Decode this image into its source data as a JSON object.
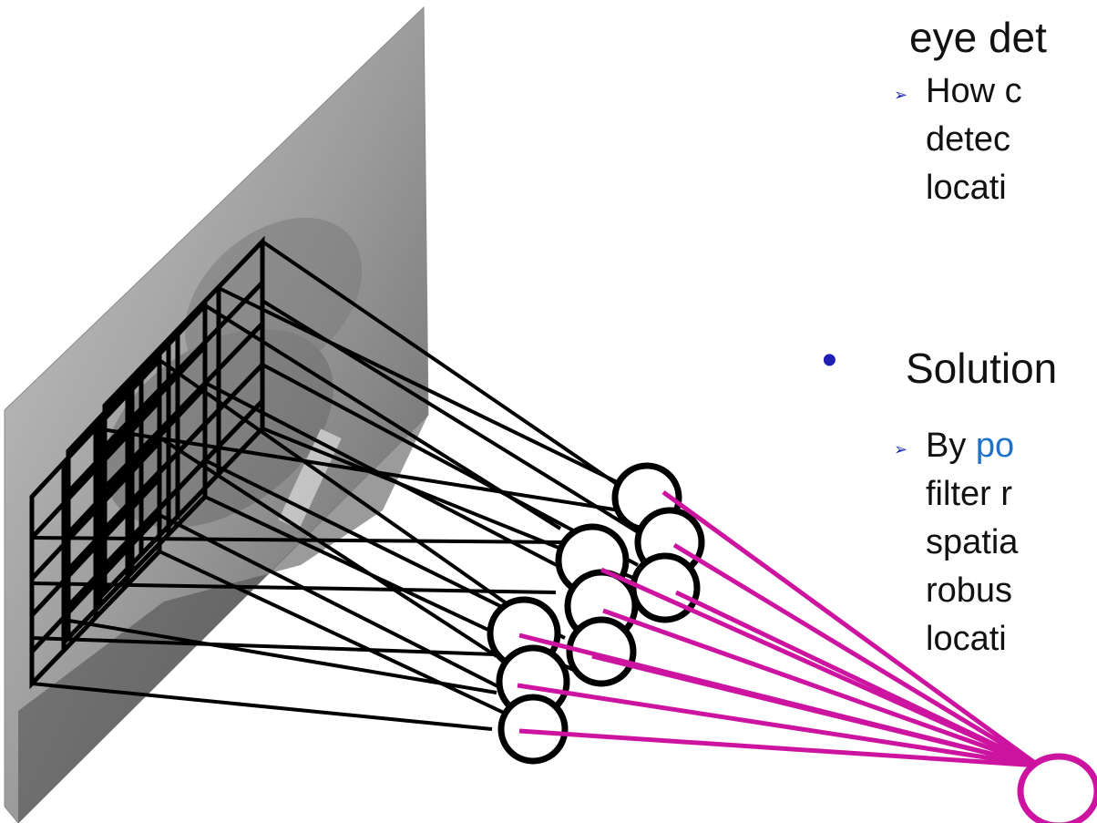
{
  "text": {
    "heading_fragment": "eye det",
    "sub_bullet_1_lines": [
      "How c",
      "detec",
      "locati"
    ],
    "solution_heading": "Solution",
    "sub_bullet_2_first_word": "By ",
    "sub_bullet_2_accent": "po",
    "sub_bullet_2_lines": [
      "filter r",
      "spatia",
      "robus",
      "locati"
    ]
  },
  "bullets": {
    "main_glyph": "•",
    "sub_glyph": "➢"
  },
  "colors": {
    "pink_lines": "#cc14a0",
    "accent_text": "#1f72c8",
    "bullet_blue": "#1f2fb0"
  }
}
